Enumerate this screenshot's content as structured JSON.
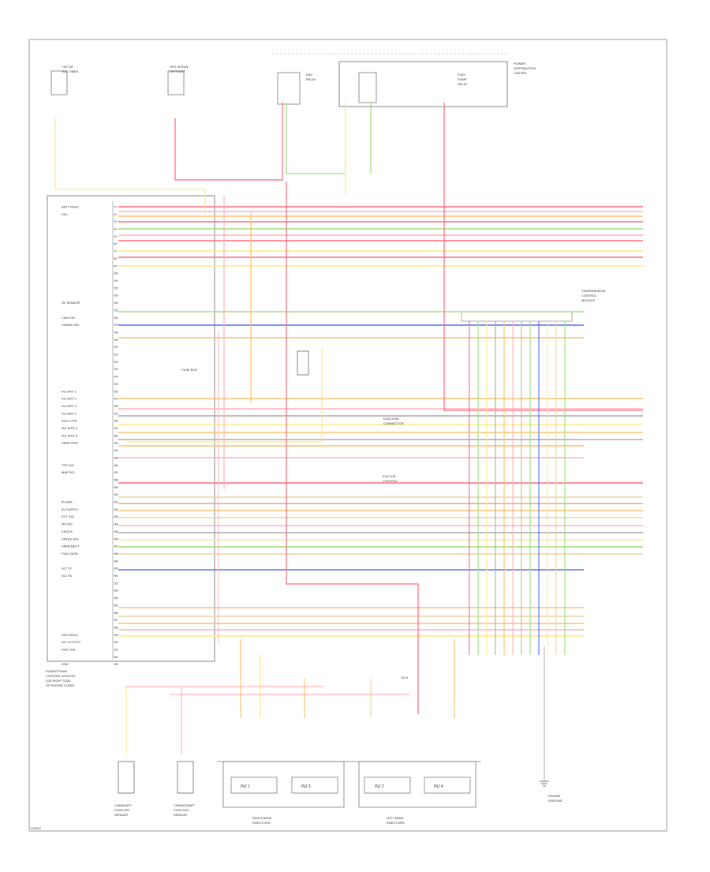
{
  "diagram": {
    "footer_code": "7996R4",
    "labels": {
      "pcm": [
        "POWERTRAIN",
        "CONTROL MODULE",
        "(ON RIGHT SIDE",
        "OF ENGINE COMP)"
      ],
      "hot_at_all_times": [
        "HOT AT",
        "ALL TIMES"
      ],
      "hot_in_run": [
        "HOT IN RUN",
        "OR START"
      ],
      "fuse_box": [
        "FUSE BOX"
      ],
      "asd_relay": [
        "ASD",
        "RELAY"
      ],
      "fuel_pump_relay": [
        "FUEL",
        "PUMP",
        "RELAY"
      ],
      "power_dist": [
        "POWER",
        "DISTRIBUTION",
        "CENTER"
      ],
      "tcm": [
        "TRANSMISSION",
        "CONTROL",
        "MODULE"
      ],
      "data_link": [
        "DATA LINK",
        "CONNECTOR"
      ],
      "camshaft_sensor": [
        "CAMSHAFT",
        "POSITION",
        "SENSOR"
      ],
      "crankshaft_sensor": [
        "CRANKSHAFT",
        "POSITION",
        "SENSOR"
      ],
      "right_bank": [
        "RIGHT BANK",
        "INJECTORS"
      ],
      "left_bank": [
        "LEFT BANK",
        "INJECTORS"
      ],
      "idle_air": [
        "IDLE AIR",
        "CONTROL"
      ],
      "ground": [
        "ENGINE",
        "GROUND"
      ],
      "splice": [
        "S110"
      ]
    },
    "injectors": [
      "INJ 1",
      "INJ 3",
      "INJ 2",
      "INJ 4"
    ],
    "pcm_pins": [
      "BATT FEED",
      "IGN",
      "",
      "",
      "",
      "",
      "",
      "",
      "",
      "",
      "",
      "",
      "",
      "O2 SENSOR",
      "",
      "CAM SIG",
      "CRANK SIG",
      "",
      "",
      "",
      "",
      "",
      "",
      "",
      "",
      "INJ DRV 1",
      "INJ DRV 2",
      "INJ DRV 3",
      "INJ DRV 4",
      "IDLE CTRL",
      "IAC MTR A",
      "IAC MTR B",
      "SENS GND",
      "",
      "",
      "TPS SIG",
      "MAP SIG",
      "",
      "",
      "",
      "5V REF",
      "8V SUPPLY",
      "ECT SIG",
      "IAT SIG",
      "KNOCK",
      "SPEED SIG",
      "PARK/NEUT",
      "FUEL MON",
      "",
      "SCI TX",
      "SCI RX",
      "",
      "",
      "",
      "",
      "",
      "",
      "",
      "GEN FIELD",
      "A/C CLUTCH",
      "RAD FAN",
      "",
      "GND"
    ]
  }
}
